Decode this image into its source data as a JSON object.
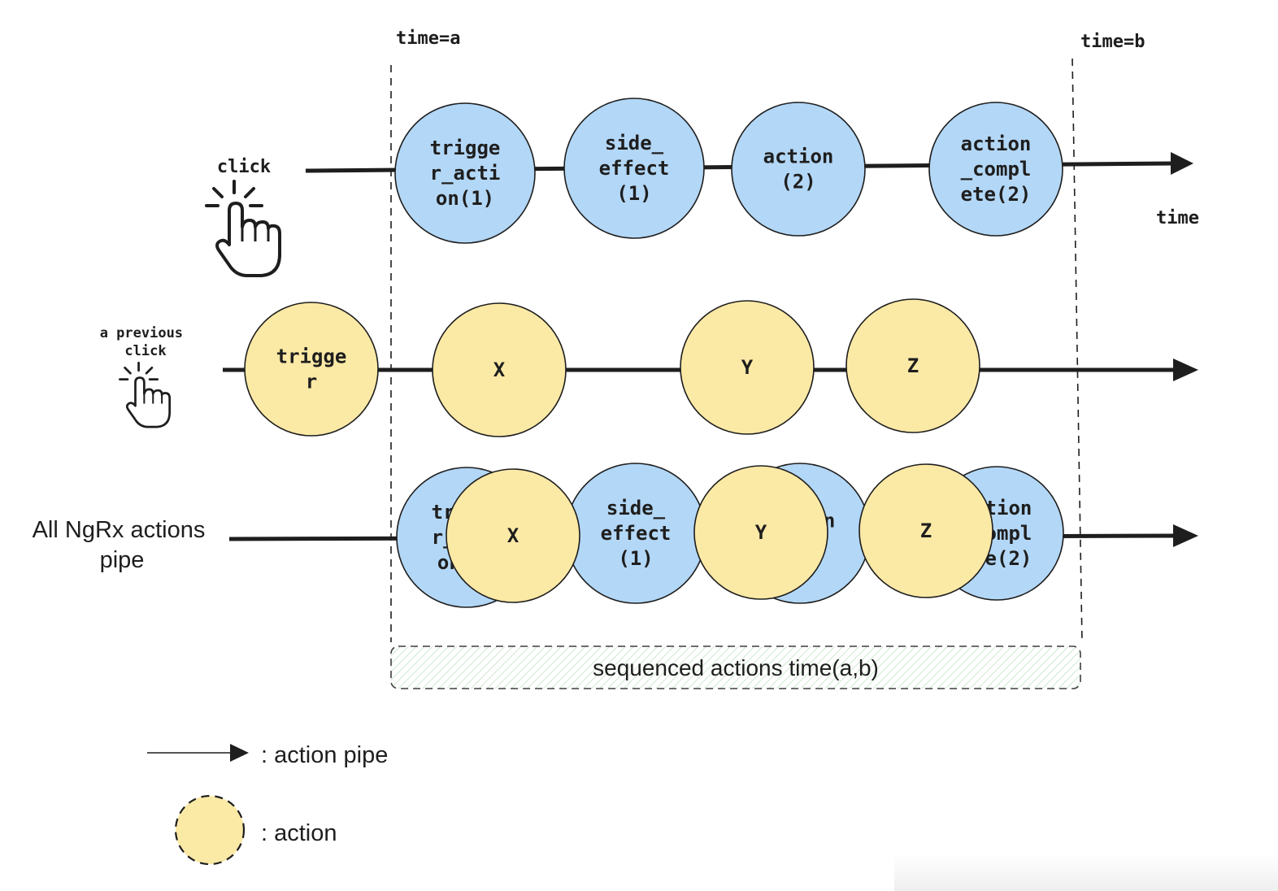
{
  "markers": {
    "start": "time=a",
    "end": "time=b"
  },
  "axis_label": "time",
  "colors": {
    "blue_fill": "#b3d7f6",
    "yellow_fill": "#fbe9a6",
    "stroke": "#1e1e1e",
    "band_stroke": "#3f3f3f",
    "band_hatch": "#cfe8d0"
  },
  "rows": [
    {
      "id": "click",
      "label": [
        "click"
      ],
      "icon": "pointer-hand-click-icon",
      "circles": [
        {
          "lines": [
            "trigge",
            "r_acti",
            "on(1)"
          ],
          "kind": "blue"
        },
        {
          "lines": [
            "side_",
            "effect",
            "(1)"
          ],
          "kind": "blue"
        },
        {
          "lines": [
            "action",
            "(2)"
          ],
          "kind": "blue"
        },
        {
          "lines": [
            "action",
            "_compl",
            "ete(2)"
          ],
          "kind": "blue"
        }
      ]
    },
    {
      "id": "previous-click",
      "label": [
        "a previous",
        "click"
      ],
      "icon": "pointer-hand-click-icon",
      "circles": [
        {
          "lines": [
            "trigge",
            "r"
          ],
          "kind": "yellow"
        },
        {
          "lines": [
            "X"
          ],
          "kind": "yellow"
        },
        {
          "lines": [
            "Y"
          ],
          "kind": "yellow"
        },
        {
          "lines": [
            "Z"
          ],
          "kind": "yellow"
        }
      ]
    },
    {
      "id": "all-actions",
      "label": [
        "All NgRx actions",
        "pipe"
      ],
      "circles": [
        {
          "lines": [
            "trigge",
            "r_acti",
            "on(1)"
          ],
          "kind": "blue"
        },
        {
          "lines": [
            "X"
          ],
          "kind": "yellow"
        },
        {
          "lines": [
            "side_",
            "effect",
            "(1)"
          ],
          "kind": "blue"
        },
        {
          "lines": [
            "action",
            "(2)"
          ],
          "kind": "blue"
        },
        {
          "lines": [
            "Y"
          ],
          "kind": "yellow"
        },
        {
          "lines": [
            "action",
            "_compl",
            "ete(2)"
          ],
          "kind": "blue"
        },
        {
          "lines": [
            "Z"
          ],
          "kind": "yellow"
        }
      ]
    }
  ],
  "band_label": "sequenced actions time(a,b)",
  "legend": {
    "pipe_label": ": action pipe",
    "action_label": ": action"
  }
}
